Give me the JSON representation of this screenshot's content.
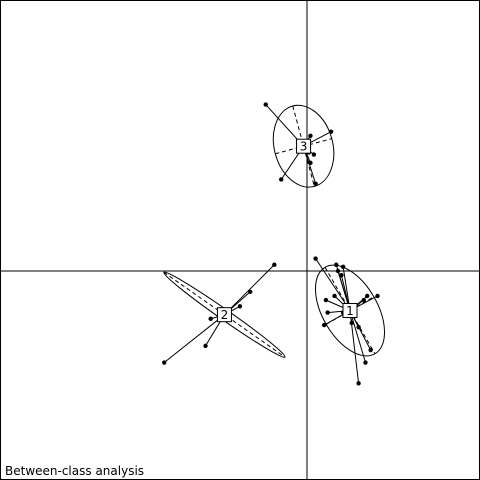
{
  "chart_data": {
    "type": "scatter",
    "title": "",
    "caption": "Between-class analysis",
    "xlim": [
      -1.0,
      1.0
    ],
    "ylim": [
      -1.0,
      1.0
    ],
    "grid": false,
    "axes_origin": [
      0,
      0
    ],
    "colors": {
      "line": "#000000",
      "background": "#ffffff"
    },
    "classes": [
      {
        "label": "1",
        "center": [
          0.25,
          -0.19
        ],
        "ellipse": {
          "rx": 0.16,
          "ry": 0.24,
          "angle_deg": -30
        },
        "points": [
          [
            0.05,
            0.06
          ],
          [
            0.17,
            0.03
          ],
          [
            0.21,
            0.02
          ],
          [
            0.16,
            -0.12
          ],
          [
            0.11,
            -0.14
          ],
          [
            0.12,
            -0.2
          ],
          [
            0.21,
            -0.2
          ],
          [
            0.1,
            -0.26
          ],
          [
            0.26,
            -0.25
          ],
          [
            0.3,
            -0.27
          ],
          [
            0.41,
            -0.12
          ],
          [
            0.35,
            -0.12
          ],
          [
            0.33,
            -0.14
          ],
          [
            0.37,
            -0.38
          ],
          [
            0.34,
            -0.44
          ],
          [
            0.3,
            -0.54
          ],
          [
            0.2,
            -0.02
          ],
          [
            0.18,
            0.0
          ]
        ]
      },
      {
        "label": "2",
        "center": [
          -0.48,
          -0.21
        ],
        "ellipse": {
          "rx": 0.43,
          "ry": 0.025,
          "angle_deg": 35
        },
        "points": [
          [
            -0.19,
            0.03
          ],
          [
            -0.33,
            -0.1
          ],
          [
            -0.39,
            -0.17
          ],
          [
            -0.56,
            -0.23
          ],
          [
            -0.59,
            -0.36
          ],
          [
            -0.83,
            -0.44
          ]
        ]
      },
      {
        "label": "3",
        "center": [
          -0.02,
          0.6
        ],
        "ellipse": {
          "rx": 0.17,
          "ry": 0.2,
          "angle_deg": -15
        },
        "points": [
          [
            -0.24,
            0.8
          ],
          [
            0.14,
            0.67
          ],
          [
            0.02,
            0.65
          ],
          [
            0.04,
            0.56
          ],
          [
            0.02,
            0.52
          ],
          [
            0.05,
            0.42
          ],
          [
            -0.15,
            0.44
          ],
          [
            0.01,
            0.57
          ]
        ]
      }
    ]
  }
}
